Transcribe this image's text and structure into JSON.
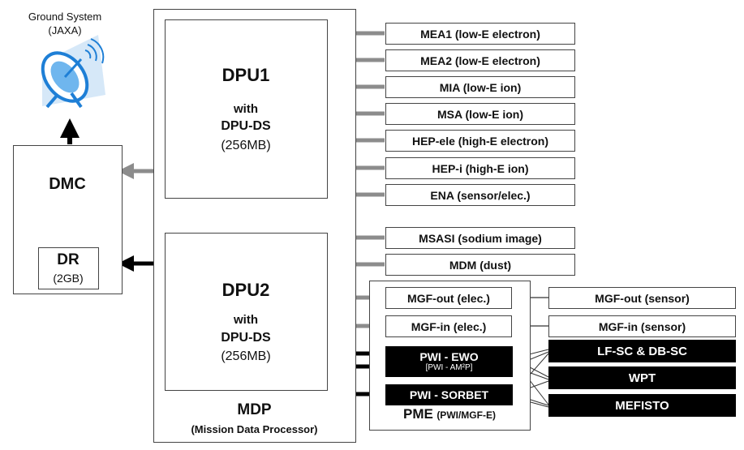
{
  "ground": {
    "line1": "Ground System",
    "line2": "(JAXA)",
    "icon": "satellite-dish-icon",
    "icon_color": "#1e7fd6"
  },
  "dmc": {
    "title": "DMC",
    "dr_title": "DR",
    "dr_size": "(2GB)"
  },
  "dpu1": {
    "title": "DPU1",
    "with": "with",
    "ds": "DPU-DS",
    "size": "(256MB)"
  },
  "dpu2": {
    "title": "DPU2",
    "with": "with",
    "ds": "DPU-DS",
    "size": "(256MB)"
  },
  "mdp": {
    "title": "MDP",
    "subtitle": "(Mission Data Processor)"
  },
  "pme": {
    "title": "PME",
    "subtitle": "(PWI/MGF-E)"
  },
  "instruments_dpu1": [
    "MEA1 (low-E electron)",
    "MEA2 (low-E electron)",
    "MIA (low-E ion)",
    "MSA (low-E ion)",
    "HEP-ele (high-E electron)",
    "HEP-i (high-E ion)",
    "ENA (sensor/elec.)"
  ],
  "instruments_dpu2": [
    "MSASI (sodium image)",
    "MDM (dust)"
  ],
  "mgf": {
    "out_elec": "MGF-out (elec.)",
    "in_elec": "MGF-in (elec.)",
    "out_sensor": "MGF-out (sensor)",
    "in_sensor": "MGF-in (sensor)"
  },
  "pwi": {
    "ewo": "PWI - EWO",
    "ewo_sub": "[PWI - AM²P]",
    "sorbet": "PWI - SORBET",
    "lfsc": "LF-SC & DB-SC",
    "wpt": "WPT",
    "mefisto": "MEFISTO"
  },
  "colors": {
    "gray_arrow": "#8c8c8c",
    "black_arrow": "#000000"
  }
}
